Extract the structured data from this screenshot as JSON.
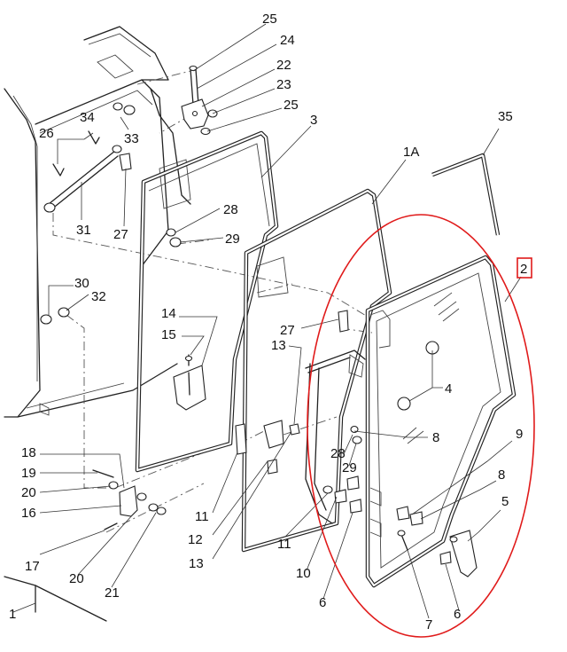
{
  "diagram": {
    "highlight_color": "#e01a1a",
    "line_color": "#222222",
    "callouts": {
      "c25a": "25",
      "c24": "24",
      "c22": "22",
      "c23": "23",
      "c25b": "25",
      "c34": "34",
      "c33": "33",
      "c3": "3",
      "c26": "26",
      "c31": "31",
      "c27a": "27",
      "c1A": "1A",
      "c35": "35",
      "c28a": "28",
      "c29a": "29",
      "c2": "2",
      "c30": "30",
      "c32": "32",
      "c14": "14",
      "c15": "15",
      "c27b": "27",
      "c13a": "13",
      "c4": "4",
      "c8a": "8",
      "c9": "9",
      "c28b": "28",
      "c29b": "29",
      "c8b": "8",
      "c18": "18",
      "c19": "19",
      "c20a": "20",
      "c16": "16",
      "c5": "5",
      "c11a": "11",
      "c12": "12",
      "c11b": "11",
      "c13b": "13",
      "c10": "10",
      "c17": "17",
      "c20b": "20",
      "c21": "21",
      "c6a": "6",
      "c6b": "6",
      "c7": "7",
      "c1": "1"
    }
  }
}
